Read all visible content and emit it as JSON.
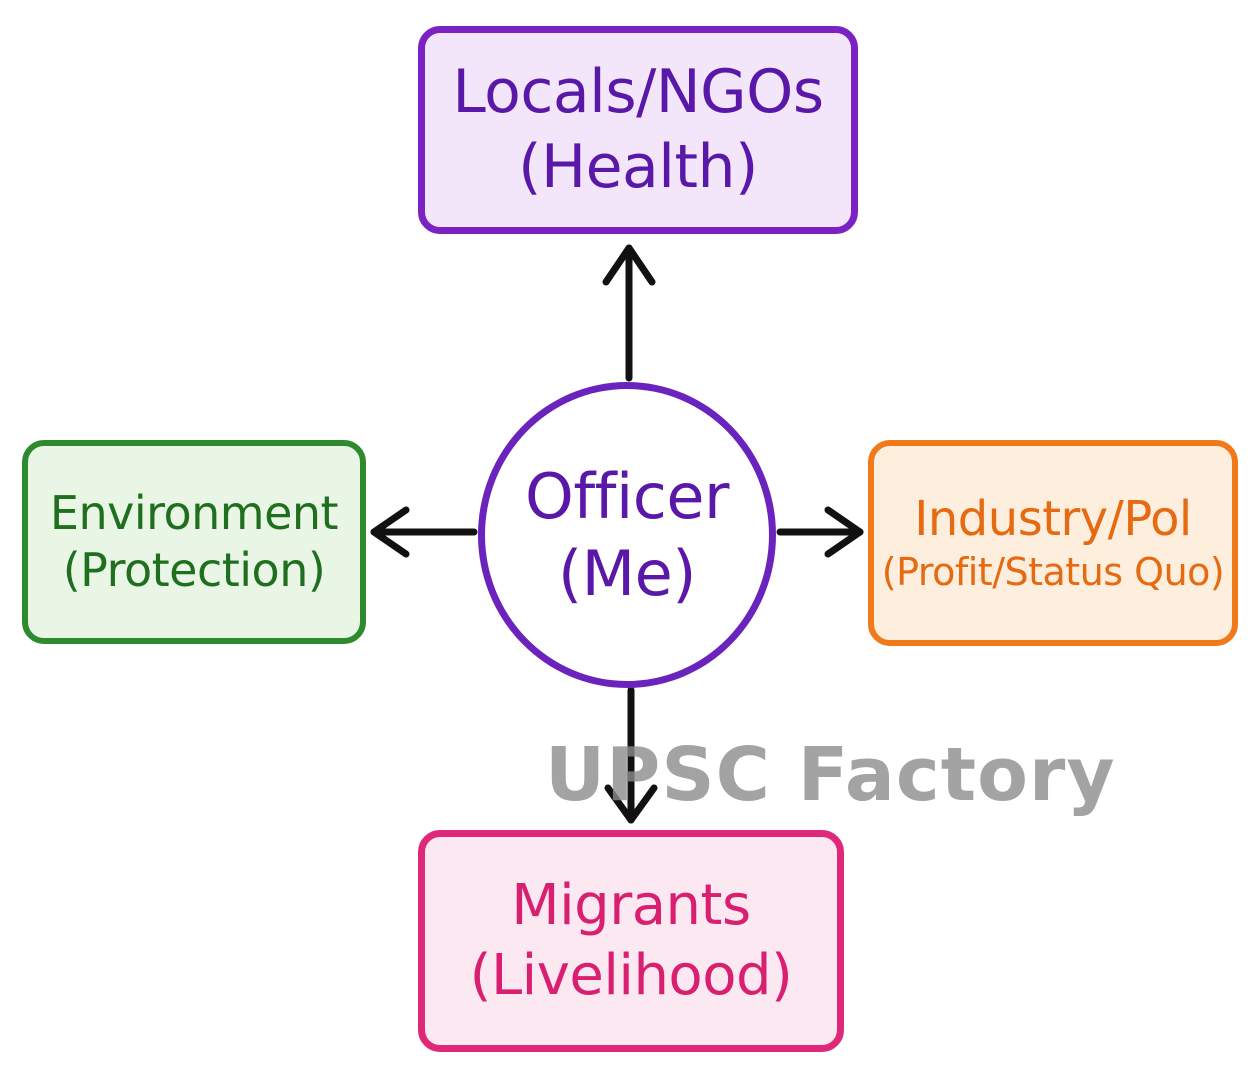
{
  "nodes": {
    "top": {
      "line1": "Locals/NGOs",
      "line2": "(Health)",
      "color": "#7a22c4"
    },
    "left": {
      "line1": "Environment",
      "line2": "(Protection)",
      "color": "#2e8a2e"
    },
    "right": {
      "line1": "Industry/Pol",
      "line2": "(Profit/Status Quo)",
      "color": "#f07a1a"
    },
    "bottom": {
      "line1": "Migrants",
      "line2": "(Livelihood)",
      "color": "#e0287a"
    },
    "center": {
      "line1": "Officer",
      "line2": "(Me)",
      "color": "#6a24bd"
    }
  },
  "edges": [
    {
      "from": "center",
      "to": "top"
    },
    {
      "from": "center",
      "to": "left"
    },
    {
      "from": "center",
      "to": "right"
    },
    {
      "from": "center",
      "to": "bottom"
    }
  ],
  "watermark": "UPSC Factory"
}
